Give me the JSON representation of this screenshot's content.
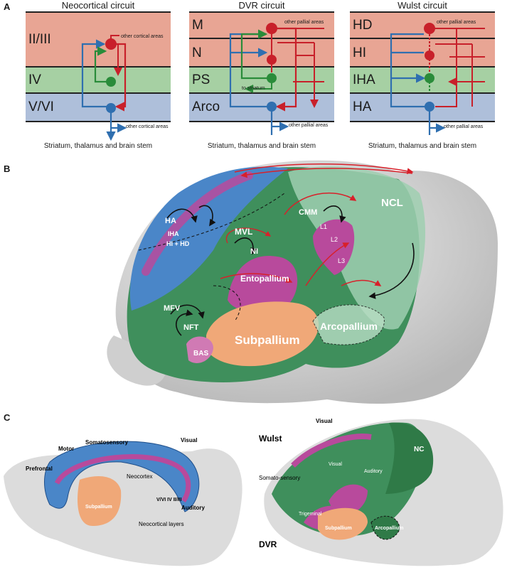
{
  "panel_a": {
    "letter": "A",
    "circuits": [
      {
        "title": "Neocortical circuit",
        "layers": [
          "II/III",
          "IV",
          "V/VI"
        ],
        "colors": [
          "#e8a594",
          "#a6d0a3",
          "#aebfda"
        ],
        "label_top": "other cortical areas",
        "label_bottom": "other cortical areas",
        "label_mid": "",
        "footer": "Striatum, thalamus and brain stem"
      },
      {
        "title": "DVR circuit",
        "layers": [
          "M",
          "N",
          "PS",
          "Arco"
        ],
        "colors": [
          "#e8a594",
          "#e8a594",
          "#a6d0a3",
          "#aebfda"
        ],
        "label_top": "other pallial areas",
        "label_bottom": "other pallial areas",
        "label_mid": "to striatum",
        "footer": "Striatum, thalamus and brain stem"
      },
      {
        "title": "Wulst circuit",
        "layers": [
          "HD",
          "HI",
          "IHA",
          "HA"
        ],
        "colors": [
          "#e8a594",
          "#e8a594",
          "#a6d0a3",
          "#aebfda"
        ],
        "label_top": "other pallial areas",
        "label_bottom": "other pallial areas",
        "label_mid": "",
        "footer": "Striatum, thalamus and brain stem"
      }
    ]
  },
  "panel_b": {
    "letter": "B",
    "regions": {
      "ha": "HA",
      "iha": "IHA",
      "hi_hd": "HI + HD",
      "mvl": "MVL",
      "ni": "NI",
      "entopallium": "Entopallium",
      "mfv": "MFV",
      "nft": "NFT",
      "bas": "BAS",
      "subpallium": "Subpallium",
      "arcopallium": "Arcopallium",
      "cmm": "CMM",
      "l1": "L1",
      "l2": "L2",
      "l3": "L3",
      "ncl": "NCL"
    }
  },
  "panel_c": {
    "letter": "C",
    "mammal": {
      "somatosensory": "Somatosensory",
      "motor": "Motor",
      "visual": "Visual",
      "prefrontal": "Prefrontal",
      "neocortex": "Neocortex",
      "subpallium": "Subpallium",
      "layers_short": "V/VI IV II/III",
      "auditory": "Auditory",
      "neocortical_layers": "Neocortical layers"
    },
    "bird": {
      "visual": "Visual",
      "wulst": "Wulst",
      "nc": "NC",
      "somatosensory": "Somato-sensory",
      "auditory": "Auditory",
      "visual2": "Visual",
      "trigeminal": "Trigeminal",
      "subpallium": "Subpallium",
      "arcopallium": "Arcopallium",
      "dvr": "DVR"
    }
  },
  "colors": {
    "red_band": "#e8a594",
    "green_band": "#a6d0a3",
    "blue_band": "#aebfda",
    "neuron_red": "#c8202a",
    "neuron_green": "#2a8c3a",
    "neuron_blue": "#2f6fb0",
    "pallium_green": "#3f8f5c",
    "wulst_blue": "#4a86c8",
    "magenta": "#b84a9c",
    "orange": "#f0a878",
    "brain_gray": "#d9d9d9"
  }
}
